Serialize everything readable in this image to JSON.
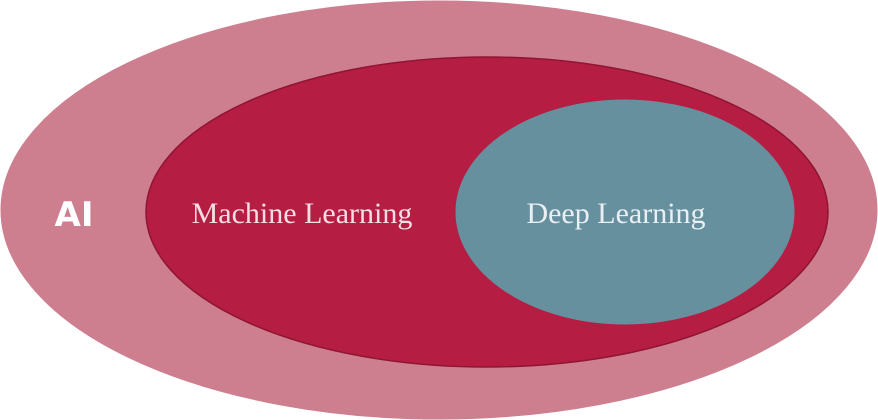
{
  "diagram": {
    "regions": [
      {
        "id": "ai",
        "label": "AI",
        "fill": "#cd7f90",
        "stroke": "#cd7f90",
        "text_color": "#ffffff"
      },
      {
        "id": "ml",
        "label": "Machine Learning",
        "fill": "#b61d42",
        "stroke": "#8f1534",
        "text_color": "#f4dde3"
      },
      {
        "id": "dl",
        "label": "Deep Learning",
        "fill": "#67909f",
        "stroke": "#67909f",
        "text_color": "#e9eff3"
      }
    ]
  }
}
